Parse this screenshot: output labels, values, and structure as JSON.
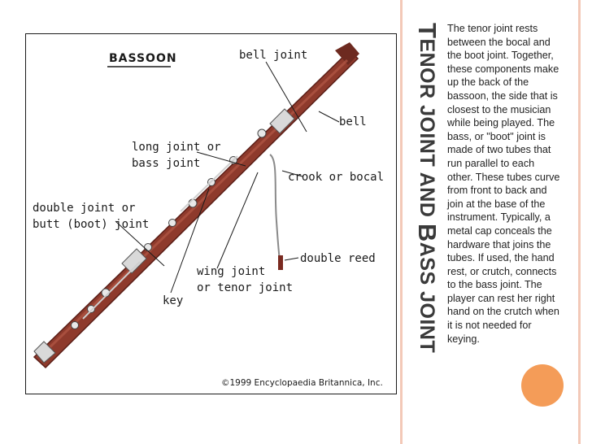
{
  "slide": {
    "title_initial_1": "T",
    "title_rest_1": "ENOR JOINT  AND ",
    "title_initial_2": "B",
    "title_rest_2": "ASS JOINT",
    "body": "The tenor joint rests between the bocal and the boot joint. Together, these components make up the back of the bassoon, the side that is closest to the musician while being played. The bass, or \"boot\" joint is made of two tubes that run parallel to each other. These tubes curve from front to back and join at the base of the instrument. Typically, a metal cap conceals the hardware that joins the tubes. If used, the hand rest, or crutch, connects to the bass joint. The player can rest her right hand on the crutch when it is not needed for keying."
  },
  "diagram": {
    "heading": "BASSOON",
    "labels": {
      "bell_joint": "bell joint",
      "bell": "bell",
      "long_joint_1": "long joint or",
      "long_joint_2": "bass joint",
      "crook": "crook or bocal",
      "double_joint_1": "double joint or",
      "double_joint_2": "butt (boot) joint",
      "double_reed": "double reed",
      "wing_joint_1": "wing joint",
      "wing_joint_2": "or tenor joint",
      "key": "key"
    },
    "copyright": "©1999 Encyclopaedia Britannica, Inc."
  },
  "colors": {
    "wood": "#8e3a2c",
    "wood_dark": "#5a1e17",
    "accent_circle": "#f3944a",
    "stripe": "#f3c9b8"
  }
}
